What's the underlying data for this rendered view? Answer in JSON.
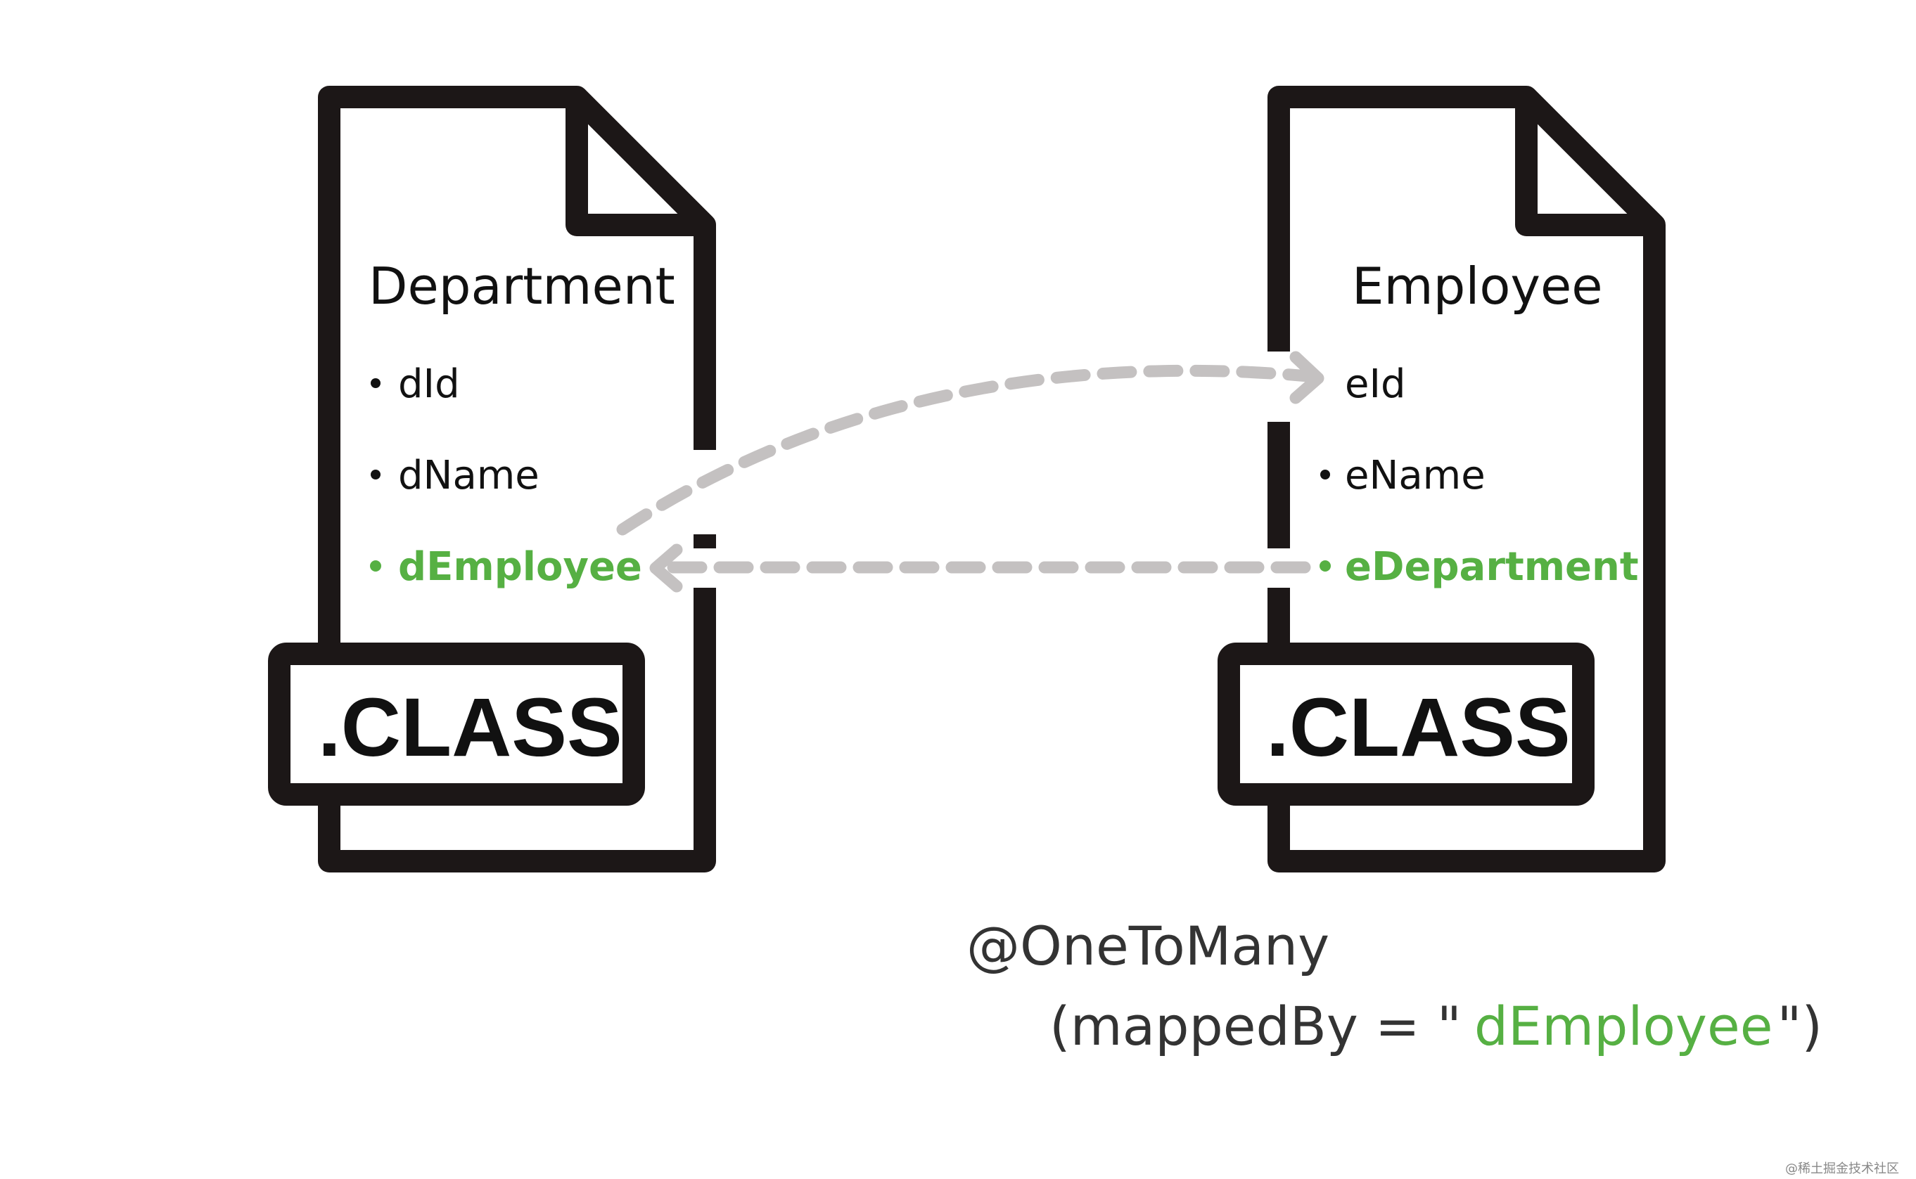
{
  "colors": {
    "outline": "#1c1717",
    "highlight": "#56b043",
    "arrow": "#c4c1c1",
    "text": "#111111",
    "annotation_text": "#333333"
  },
  "left_class": {
    "title": "Department",
    "fields": [
      "dId",
      "dName",
      "dEmployee"
    ],
    "highlighted_field": "dEmployee",
    "label": ".CLASS"
  },
  "right_class": {
    "title": "Employee",
    "fields": [
      "eId",
      "eName",
      "eDepartment"
    ],
    "highlighted_field": "eDepartment",
    "label": ".CLASS"
  },
  "annotation": {
    "line1": "@OneToMany",
    "line2_prefix": "(mappedBy = \"",
    "line2_value": "dEmployee",
    "line2_suffix": "\")"
  },
  "watermark": "@稀土掘金技术社区"
}
